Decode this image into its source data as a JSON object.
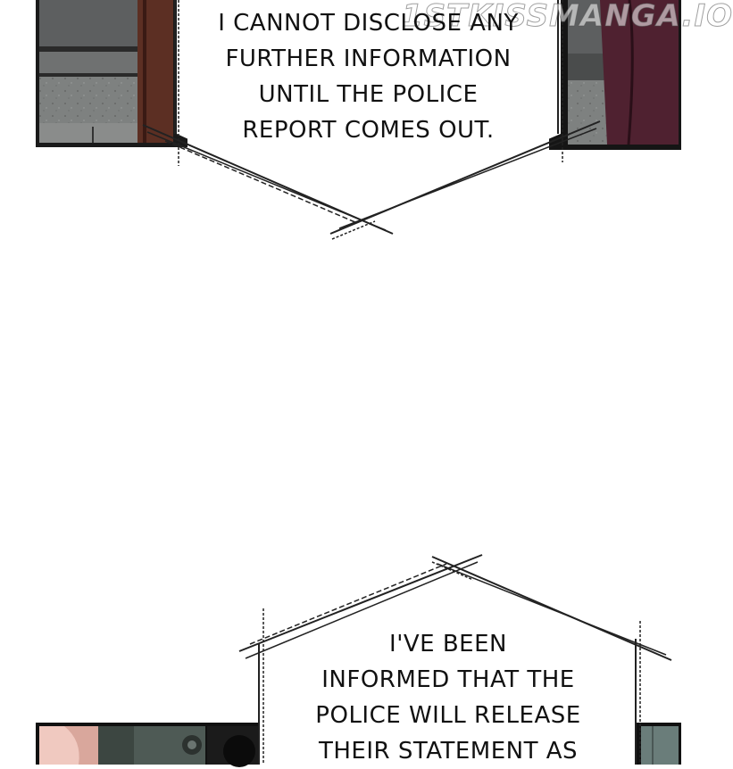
{
  "watermark": "1STKISSMANGA.IO",
  "colors": {
    "panel_border": "#111111",
    "wall_gray": "#7d807f",
    "wood_brown": "#5c2f23",
    "maroon": "#4f2130",
    "teal_gray": "#6a7d7a",
    "skin": "#f0c9c0"
  },
  "caption_top": {
    "lines": [
      "I CANNOT DISCLOSE ANY",
      "FURTHER INFORMATION",
      "UNTIL THE POLICE",
      "REPORT COMES OUT."
    ]
  },
  "caption_bottom": {
    "lines": [
      "I'VE BEEN",
      "INFORMED THAT THE",
      "POLICE WILL RELEASE",
      "THEIR STATEMENT AS"
    ]
  }
}
